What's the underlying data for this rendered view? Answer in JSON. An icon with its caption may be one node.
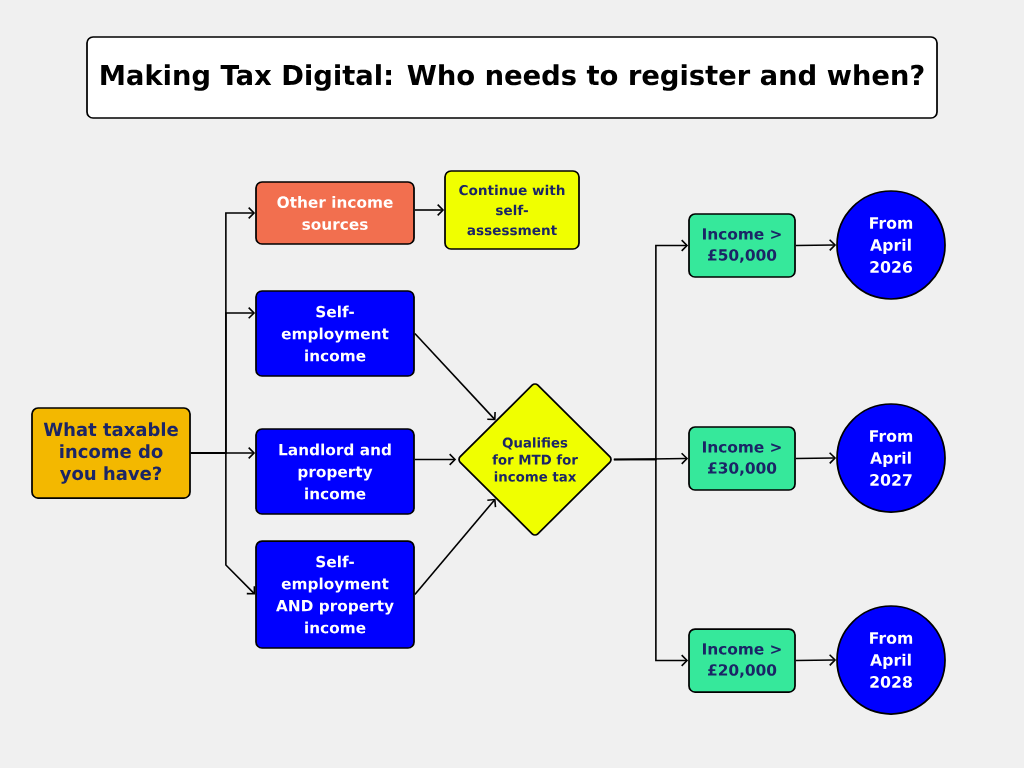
{
  "diagram": {
    "title": "Making Tax Digital: Who needs to register and when?",
    "nodes": [
      {
        "text": [
          "What taxable income do you have?"
        ]
      },
      {
        "text": [
          "Other income sources"
        ]
      },
      {
        "text": [
          "Continue with self-assessment"
        ]
      },
      {
        "text": [
          "Self-employment income"
        ]
      },
      {
        "text": [
          "Landlord and property income"
        ]
      },
      {
        "text": [
          "Self-employment AND property income"
        ]
      },
      {
        "text": [
          "Qualifies for MTD for income tax"
        ]
      },
      {
        "text": [
          "Income > £50,000"
        ]
      },
      {
        "text": [
          "From April 2026"
        ]
      },
      {
        "text": [
          "Income > £30,000"
        ]
      },
      {
        "text": [
          "From April 2027"
        ]
      },
      {
        "text": [
          "Income > £20,000"
        ]
      },
      {
        "text": [
          "From April 2028"
        ]
      }
    ],
    "edges": [
      {
        "from": 0,
        "to": 1,
        "arrow": "to"
      },
      {
        "from": 0,
        "to": 3,
        "arrow": "to"
      },
      {
        "from": 0,
        "to": 4,
        "arrow": "to"
      },
      {
        "from": 0,
        "to": 5,
        "arrow": "to"
      },
      {
        "from": 1,
        "to": 2,
        "arrow": "to"
      },
      {
        "from": 3,
        "to": 6,
        "arrow": "to"
      },
      {
        "from": 4,
        "to": 6,
        "arrow": "to"
      },
      {
        "from": 5,
        "to": 6,
        "arrow": "to"
      },
      {
        "from": 6,
        "to": 7,
        "arrow": "to"
      },
      {
        "from": 6,
        "to": 9,
        "arrow": "to"
      },
      {
        "from": 6,
        "to": 11,
        "arrow": "to"
      },
      {
        "from": 7,
        "to": 8,
        "arrow": "to"
      },
      {
        "from": 9,
        "to": 10,
        "arrow": "to"
      },
      {
        "from": 11,
        "to": 12,
        "arrow": "to"
      }
    ]
  }
}
